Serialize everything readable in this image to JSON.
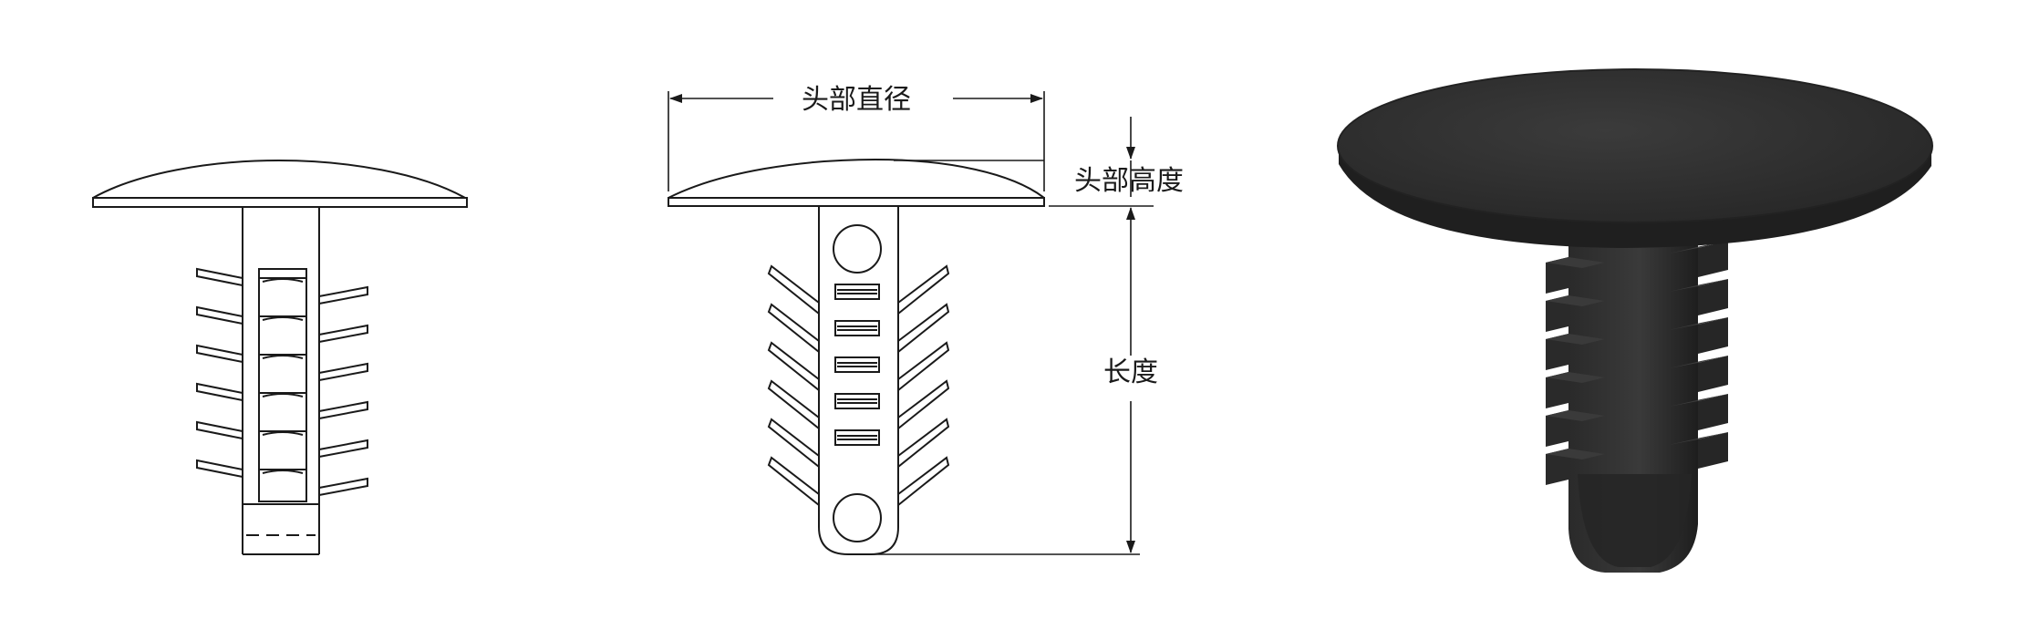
{
  "labels": {
    "head_diameter": "头部直径",
    "head_height": "头部高度",
    "length": "长度"
  },
  "colors": {
    "line": "#1a1a1a",
    "part_fill": "#2e2e2e",
    "part_shadow": "#1c1c1c",
    "part_highlight": "#454545"
  }
}
